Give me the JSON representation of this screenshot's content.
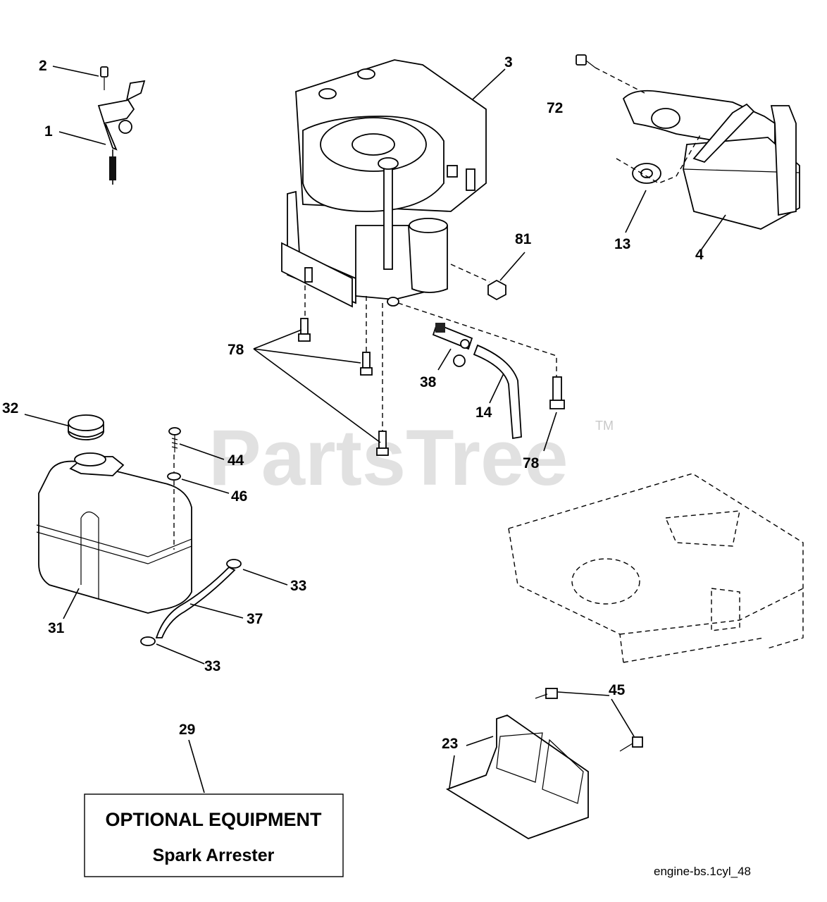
{
  "watermark": {
    "brand": "PartsTree",
    "trademark": "TM"
  },
  "callouts": {
    "c1": "1",
    "c2": "2",
    "c3": "3",
    "c4": "4",
    "c13": "13",
    "c14": "14",
    "c23": "23",
    "c29": "29",
    "c31": "31",
    "c32": "32",
    "c33a": "33",
    "c33b": "33",
    "c37": "37",
    "c38": "38",
    "c44": "44",
    "c45": "45",
    "c46": "46",
    "c72": "72",
    "c78a": "78",
    "c78b": "78",
    "c81": "81"
  },
  "optional_box": {
    "title": "OPTIONAL EQUIPMENT",
    "subtitle": "Spark Arrester"
  },
  "reference_code": "engine-bs.1cyl_48"
}
